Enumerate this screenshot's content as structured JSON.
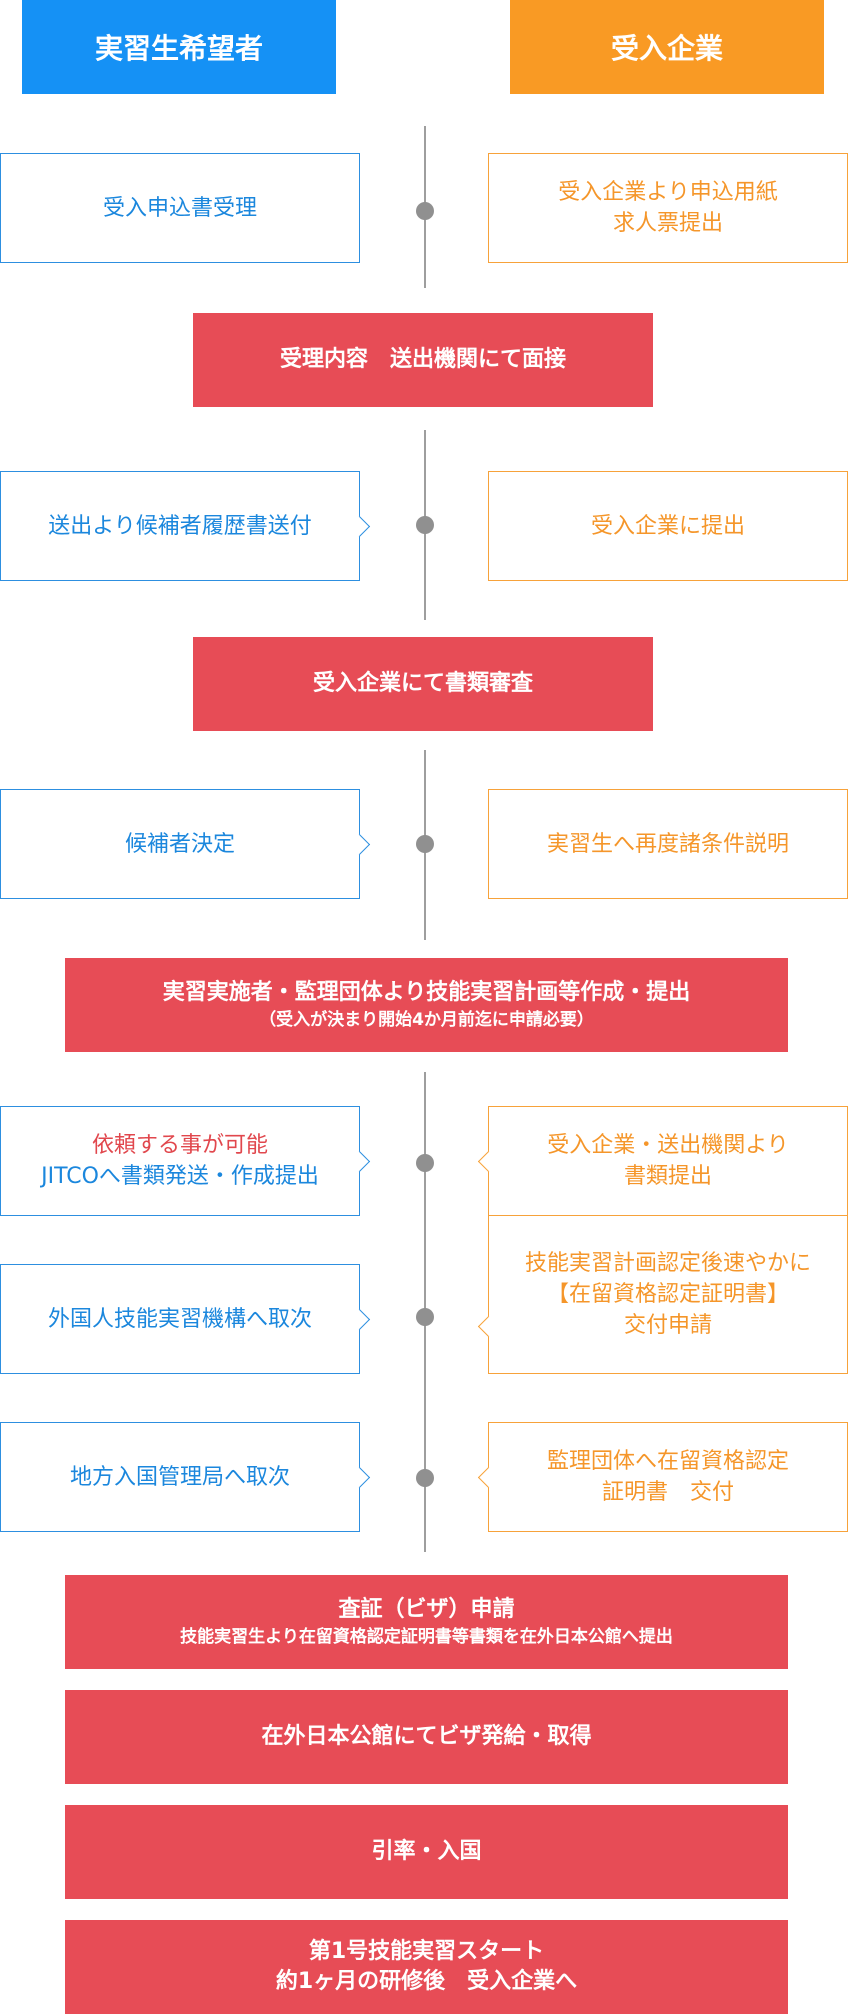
{
  "header": {
    "left": "実習生希望者",
    "right": "受入企業"
  },
  "rows": [
    {
      "left": [
        "受入申込書受理"
      ],
      "right": [
        "受入企業より申込用紙",
        "求人票提出"
      ]
    },
    {
      "left": [
        "送出より候補者履歴書送付"
      ],
      "right": [
        "受入企業に提出"
      ]
    },
    {
      "left": [
        "候補者決定"
      ],
      "right": [
        "実習生へ再度諸条件説明"
      ]
    },
    {
      "left_red": [
        "依頼する事が可能"
      ],
      "left": [
        "JITCOへ書類発送・作成提出"
      ],
      "right": [
        "受入企業・送出機関より",
        "書類提出"
      ]
    },
    {
      "left": [
        "外国人技能実習機構へ取次"
      ],
      "right": [
        "技能実習計画認定後速やかに",
        "【在留資格認定証明書】",
        "交付申請"
      ]
    },
    {
      "left": [
        "地方入国管理局へ取次"
      ],
      "right": [
        "監理団体へ在留資格認定",
        "証明書　交付"
      ]
    }
  ],
  "steps": [
    {
      "title": "受理内容　送出機関にて面接"
    },
    {
      "title": "受入企業にて書類審査"
    },
    {
      "title": "実習実施者・監理団体より技能実習計画等作成・提出",
      "sub": "（受入が決まり開始4か月前迄に申請必要）"
    },
    {
      "title": "査証（ビザ）申請",
      "sub": "技能実習生より在留資格認定証明書等書類を在外日本公館へ提出"
    },
    {
      "title": "在外日本公館にてビザ発給・取得"
    },
    {
      "title": "引率・入国"
    },
    {
      "title": "第1号技能実習スタート",
      "title2": "約1ヶ月の研修後　受入企業へ"
    }
  ]
}
